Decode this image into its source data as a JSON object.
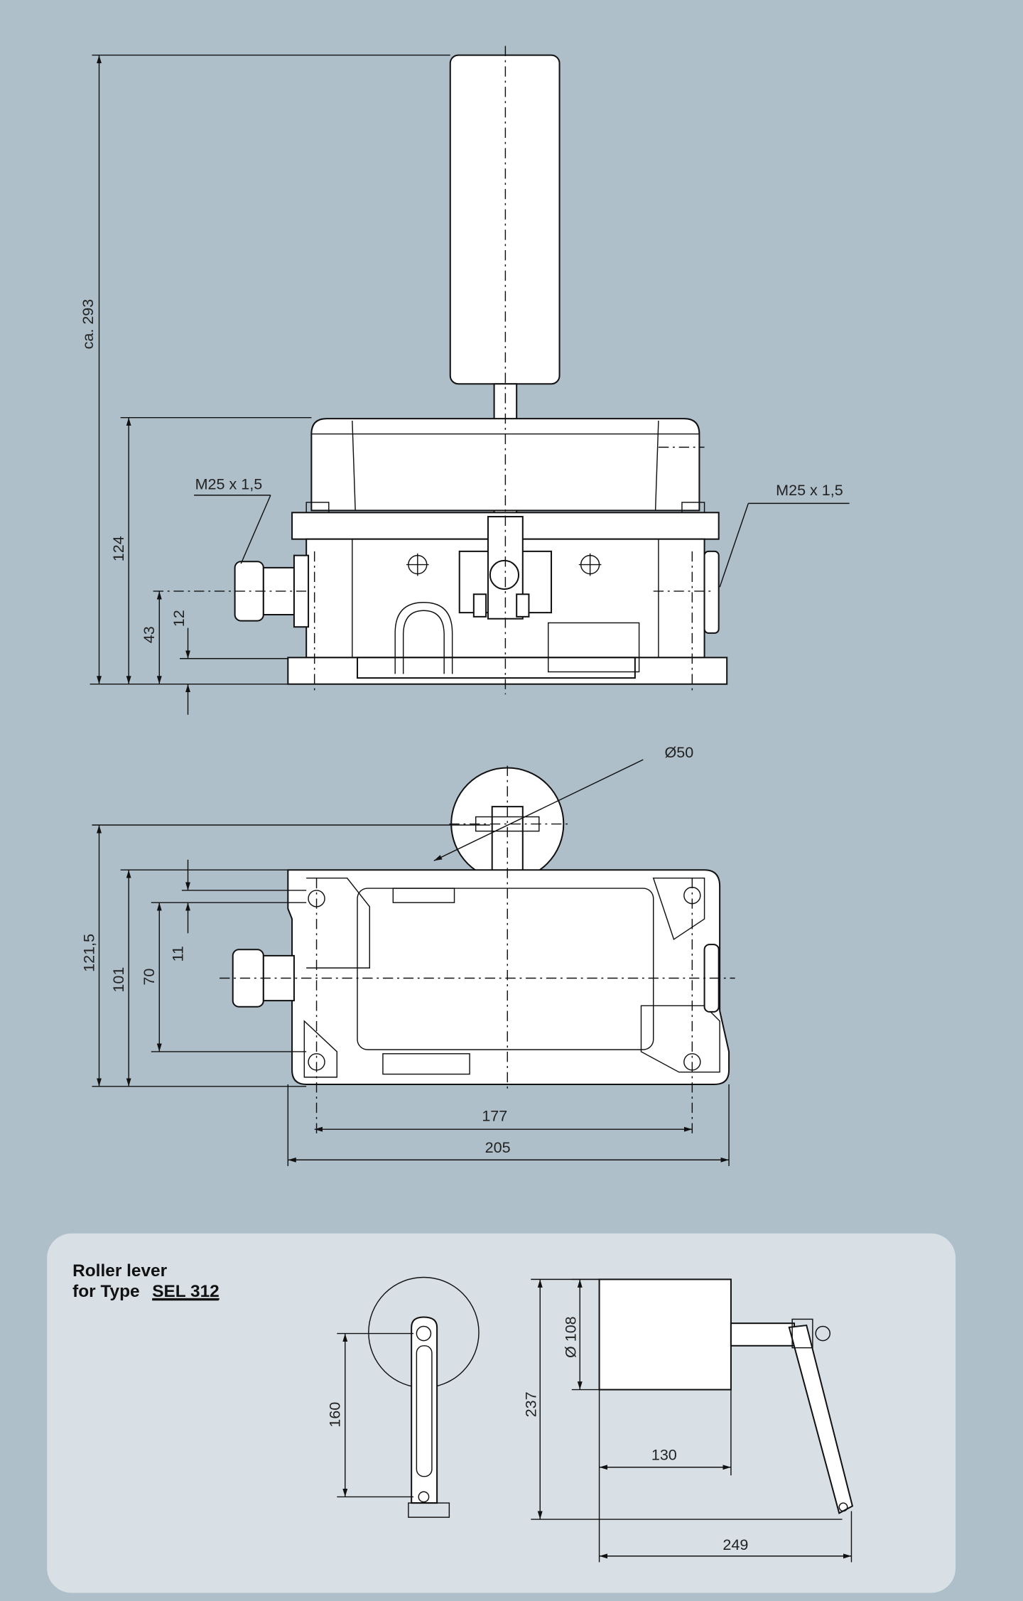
{
  "front_view": {
    "height_total": "ca. 293",
    "height_housing": "124",
    "height_gland_axis": "43",
    "height_base": "12",
    "gland_left": "M25 x 1,5",
    "gland_right": "M25 x 1,5"
  },
  "top_view": {
    "roller_diameter": "Ø50",
    "depth_total": "121,5",
    "depth_housing": "101",
    "hole_spacing_depth": "70",
    "hole_offset": "11",
    "hole_spacing_width": "177",
    "width_total": "205"
  },
  "roller_lever_panel": {
    "title_line1": "Roller lever",
    "title_line2_prefix": "for Type",
    "type_link": "SEL 312",
    "lever_length": "160",
    "height_total": "237",
    "roller_diameter": "Ø 108",
    "roller_width": "130",
    "width_total": "249"
  }
}
